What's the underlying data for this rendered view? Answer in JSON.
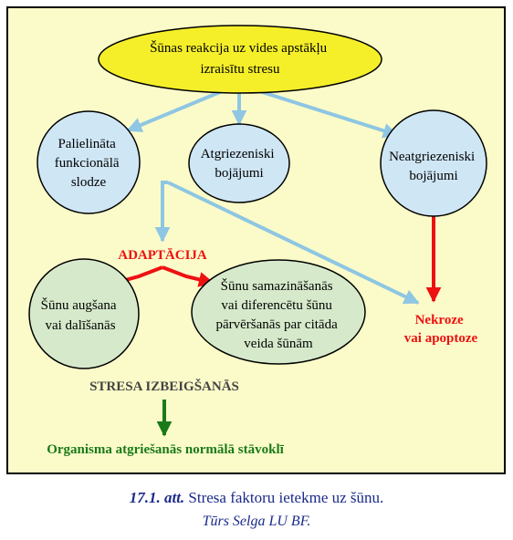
{
  "diagram": {
    "top_node": {
      "lines": [
        "Šūnas reakcija uz vides apstākļu",
        "izraisītu stresu"
      ]
    },
    "node_left": {
      "lines": [
        "Palielināta",
        "funkcionālā",
        "slodze"
      ]
    },
    "node_mid": {
      "lines": [
        "Atgriezeniski",
        "bojājumi"
      ]
    },
    "node_right": {
      "lines": [
        "Neatgriezeniski",
        "bojājumi"
      ]
    },
    "adaptation_label": "ADAPTĀCIJA",
    "node_growth": {
      "lines": [
        "Šūnu augšana",
        "vai dalīšanās"
      ]
    },
    "node_reduction": {
      "lines": [
        "Šūnu samazināšanās",
        "vai diferencētu šūnu",
        "pārvēršanās par citāda",
        "veida šūnām"
      ]
    },
    "outcome_necrosis": {
      "lines": [
        "Nekroze",
        "vai apoptoze"
      ]
    },
    "stress_end_label": "STRESA IZBEIGŠANĀS",
    "normal_state_label": "Organisma atgriešanās normālā stāvoklī",
    "colors": {
      "panel_bg": "#fbfbc9",
      "panel_border": "#000000",
      "top_node_fill": "#f5ef2a",
      "blue_node_fill": "#cfe6f5",
      "green_node_fill": "#d6eacb",
      "blue_arrow": "#8ec6e3",
      "red_arrow": "#ee1111",
      "green_arrow": "#1a7a1a"
    }
  },
  "caption": {
    "figure_number": "17.1. att.",
    "text": " Stresa faktoru ietekme uz šūnu.",
    "source": "Tūrs Selga LU BF."
  }
}
